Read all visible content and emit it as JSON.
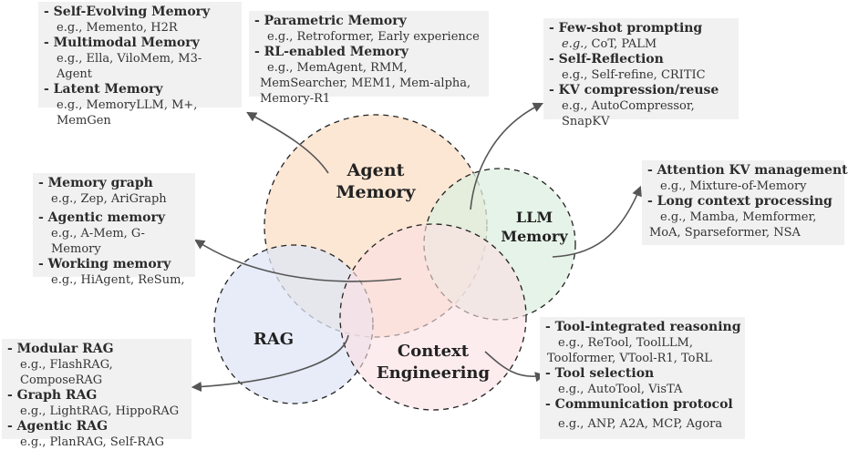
{
  "circles": {
    "agent_memory": {
      "label_line1": "Agent",
      "label_line2": "Memory",
      "color": "#fbe3cc"
    },
    "llm_memory": {
      "label_line1": "LLM",
      "label_line2": "Memory",
      "color": "#ddefe0"
    },
    "rag": {
      "label": "RAG",
      "color": "#dfe6f6"
    },
    "context_engineering": {
      "label_line1": "Context",
      "label_line2": "Engineering",
      "color": "#fbe0e2"
    }
  },
  "boxes": {
    "agent_memory_left": {
      "items": [
        {
          "head": "- Self-Evolving Memory",
          "example": "e.g., Memento, H2R"
        },
        {
          "head": "- Multimodal Memory",
          "example": "e.g., Ella, ViloMem, M3-Agent"
        },
        {
          "head": "- Latent Memory",
          "example": "e.g., MemoryLLM, M+, MemGen"
        }
      ]
    },
    "agent_memory_right": {
      "items": [
        {
          "head": "- Parametric Memory",
          "example": "e.g., Retroformer, Early experience"
        },
        {
          "head": "- RL-enabled Memory",
          "example": "e.g., MemAgent, RMM, MemSearcher, MEM1, Mem-alpha, Memory-R1"
        }
      ]
    },
    "context_llm_top": {
      "items": [
        {
          "head": "- Few-shot prompting",
          "eg": "e.g.,",
          "example": " CoT, PALM"
        },
        {
          "head": "- Self-Reflection",
          "example": "e.g., Self-refine, CRITIC"
        },
        {
          "head": "- KV compression/reuse",
          "example": "e.g., AutoCompressor, SnapKV"
        }
      ]
    },
    "llm_memory_box": {
      "items": [
        {
          "head": "- Attention KV management",
          "example": "e.g., Mixture-of-Memory"
        },
        {
          "head": "- Long context processing",
          "example": "e.g., Mamba, Memformer, MoA, Sparseformer, NSA"
        }
      ]
    },
    "agent_rag_box": {
      "items": [
        {
          "head": "- Memory graph",
          "example": "e.g., Zep, AriGraph"
        },
        {
          "head": "- Agentic memory",
          "example": "e.g., A-Mem, G-Memory"
        },
        {
          "head": "- Working memory",
          "example": "e.g., HiAgent, ReSum,"
        }
      ]
    },
    "rag_box": {
      "items": [
        {
          "head": "- Modular RAG",
          "example": "e.g., FlashRAG, ComposeRAG"
        },
        {
          "head": "- Graph RAG",
          "example": "e.g., LightRAG, HippoRAG"
        },
        {
          "head": "- Agentic RAG",
          "example": "e.g., PlanRAG, Self-RAG"
        }
      ]
    },
    "context_box": {
      "items": [
        {
          "head": "- Tool-integrated reasoning",
          "example": "e.g., ReTool, ToolLLM, Toolformer, VTool-R1, ToRL"
        },
        {
          "head": "- Tool selection",
          "example": "e.g., AutoTool, VisTA"
        },
        {
          "head": "- Communication protocol",
          "example": "e.g., ANP, A2A, MCP, Agora"
        }
      ]
    }
  }
}
